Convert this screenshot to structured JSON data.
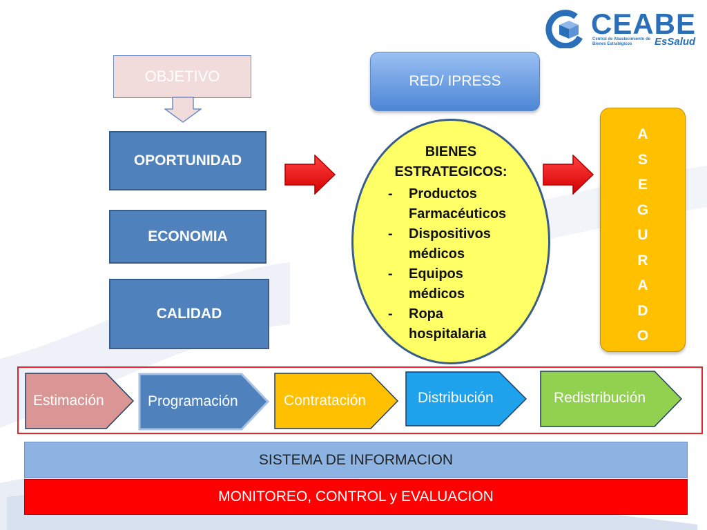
{
  "logo": {
    "name": "CEABE",
    "subtitle": "Central de Abastecimiento de Bienes Estratégicos",
    "brand": "EsSalud"
  },
  "objetivo": {
    "label": "OBJETIVO"
  },
  "pillars": [
    {
      "label": "OPORTUNIDAD"
    },
    {
      "label": "ECONOMIA"
    },
    {
      "label": "CALIDAD"
    }
  ],
  "red_ipress": {
    "label": "RED/ IPRESS"
  },
  "bienes": {
    "title_line1": "BIENES",
    "title_line2": "ESTRATEGICOS:",
    "items": [
      {
        "line1": "Productos",
        "line2": "Farmacéuticos"
      },
      {
        "line1": "Dispositivos",
        "line2": "médicos"
      },
      {
        "line1": "Equipos",
        "line2": "médicos"
      },
      {
        "line1": "Ropa",
        "line2": "hospitalaria"
      }
    ]
  },
  "asegurado": {
    "letters": [
      "A",
      "S",
      "E",
      "G",
      "U",
      "R",
      "A",
      "D",
      "O"
    ]
  },
  "process": [
    {
      "label": "Estimación",
      "color": "#d99694"
    },
    {
      "label": "Programación",
      "color": "#4f81bd"
    },
    {
      "label": "Contratación",
      "color": "#ffc000"
    },
    {
      "label": "Distribución",
      "color": "#1ea2ec"
    },
    {
      "label": "Redistribución",
      "color": "#92d050"
    }
  ],
  "bottom": {
    "sistema": "SISTEMA DE INFORMACION",
    "monitoreo": "MONITOREO, CONTROL y EVALUACION"
  },
  "colors": {
    "objetivo_fill": "#f2dcdb",
    "pillar_fill": "#4f81bd",
    "arrow_red": "#ff0000",
    "ellipse_fill": "#ffff66",
    "asegurado_fill": "#ffc000",
    "frame_red": "#e8232b",
    "sistema_fill": "#8db3e2",
    "monitoreo_fill": "#ff0000"
  }
}
